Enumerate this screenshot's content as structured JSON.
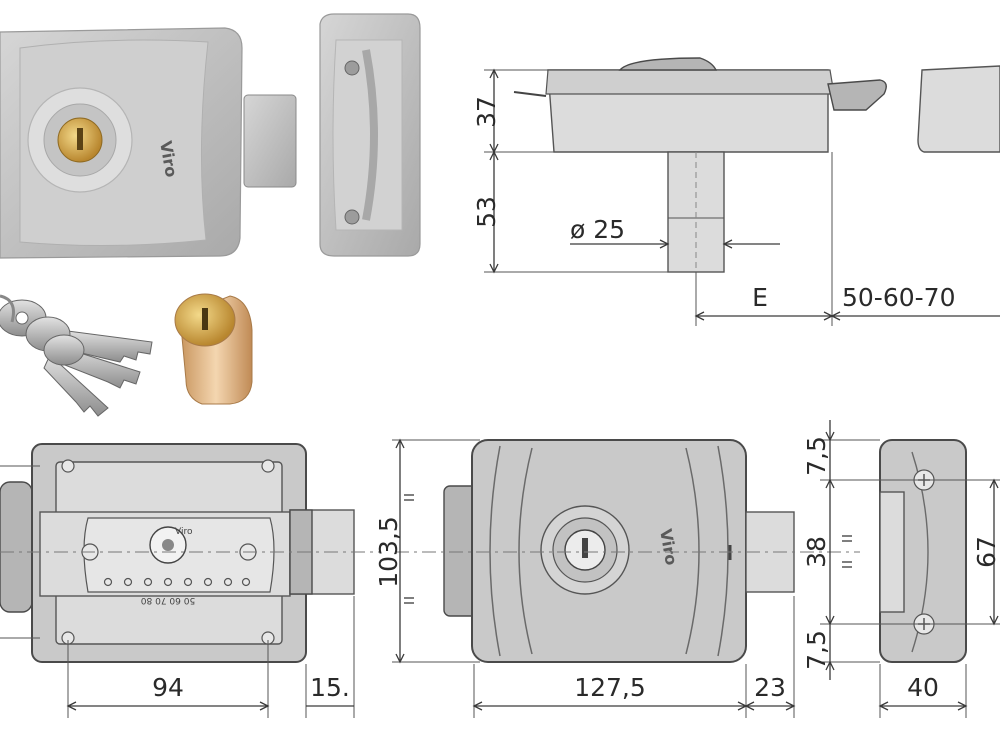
{
  "dimensions": {
    "side_height_top": "37",
    "side_height_bottom": "53",
    "bolt_diameter": "ø 25",
    "offset_e": "E",
    "backset_options": "50-60-70",
    "front_width": "94",
    "front_bolt": "15.",
    "body_height": "103,5",
    "body_width": "127,5",
    "bolt_projection": "23",
    "keeper_top_margin": "7,5",
    "keeper_center": "38",
    "keeper_bottom_margin": "7,5",
    "keeper_height": "67",
    "keeper_width": "40"
  },
  "markings": {
    "brand": "Viro",
    "backset_scale": "50 60 70 80"
  },
  "colors": {
    "metal": "#c9c9c9",
    "metal_light": "#dcdcdc",
    "outline": "#4a4a4a",
    "brass": "#d9b15a",
    "copper": "#e3b98a"
  }
}
